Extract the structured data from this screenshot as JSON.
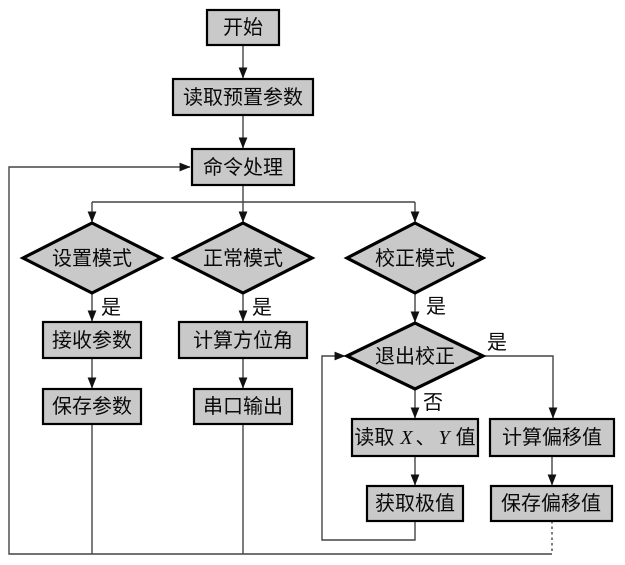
{
  "diagram": {
    "type": "flowchart",
    "language": "zh-CN",
    "colors": {
      "background": "#ffffff",
      "node_fill": "#c9c9c9",
      "node_border": "#000000",
      "connector": "#444444"
    },
    "nodes": {
      "start": "开始",
      "read_preset": "读取预置参数",
      "command_process": "命令处理",
      "setting_mode": "设置模式",
      "normal_mode": "正常模式",
      "calibration_mode": "校正模式",
      "receive_params": "接收参数",
      "calc_azimuth": "计算方位角",
      "save_params": "保存参数",
      "serial_output": "串口输出",
      "exit_calibration": "退出校正",
      "read_xy": {
        "t1": "读取",
        "t2": "X",
        "t3": "、",
        "t4": "Y",
        "t5": "值"
      },
      "get_extremes": "获取极值",
      "calc_offset": "计算偏移值",
      "save_offset": "保存偏移值"
    },
    "edge_labels": {
      "setting_yes": "是",
      "normal_yes": "是",
      "calibration_yes": "是",
      "exit_yes": "是",
      "exit_no": "否"
    },
    "edges": [
      {
        "from": "start",
        "to": "read_preset"
      },
      {
        "from": "read_preset",
        "to": "command_process"
      },
      {
        "from": "command_process",
        "to": "setting_mode"
      },
      {
        "from": "command_process",
        "to": "normal_mode"
      },
      {
        "from": "command_process",
        "to": "calibration_mode"
      },
      {
        "from": "setting_mode",
        "to": "receive_params",
        "label": "是"
      },
      {
        "from": "receive_params",
        "to": "save_params"
      },
      {
        "from": "normal_mode",
        "to": "calc_azimuth",
        "label": "是"
      },
      {
        "from": "calc_azimuth",
        "to": "serial_output"
      },
      {
        "from": "calibration_mode",
        "to": "exit_calibration",
        "label": "是"
      },
      {
        "from": "exit_calibration",
        "to": "read_xy",
        "label": "否"
      },
      {
        "from": "exit_calibration",
        "to": "calc_offset",
        "label": "是"
      },
      {
        "from": "read_xy",
        "to": "get_extremes"
      },
      {
        "from": "get_extremes",
        "to": "exit_calibration",
        "loop": true
      },
      {
        "from": "calc_offset",
        "to": "save_offset"
      },
      {
        "from": "save_params",
        "to": "command_process",
        "via": "bottom-return-line"
      },
      {
        "from": "serial_output",
        "to": "command_process",
        "via": "bottom-return-line"
      },
      {
        "from": "save_offset",
        "to": "command_process",
        "via": "bottom-return-line",
        "style": "dashed-segment"
      }
    ]
  }
}
